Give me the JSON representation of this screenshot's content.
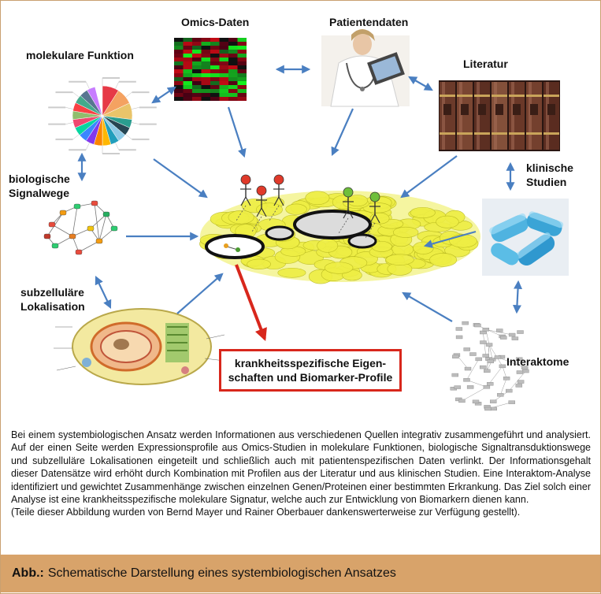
{
  "labels": {
    "omics": "Omics-Daten",
    "patient": "Patientendaten",
    "molecular": "molekulare Funktion",
    "literature": "Literatur",
    "pathways": "biologische\nSignalwege",
    "clinical": "klinische\nStudien",
    "subcellular": "subzelluläre\nLokalisation",
    "interactome": "Interaktome"
  },
  "result": "krankheitsspezifische Eigen-\nschaften und Biomarker-Profile",
  "caption": {
    "body": "Bei einem systembiologischen Ansatz werden Informationen aus verschiedenen Quellen integrativ zusammengeführt und analysiert. Auf der einen Seite werden Expressionsprofile aus Omics-Studien in molekulare Funktionen, biologische Signaltransduktionswege und subzelluläre Lokalisationen eingeteilt und schließlich auch mit patientenspezifischen Daten verlinkt. Der Informationsgehalt dieser Datensätze wird erhöht durch Kombination mit Profilen aus der Literatur und aus klinischen Studien. Eine Interaktom-Analyse identifiziert und gewichtet Zusammenhänge zwischen einzelnen Genen/Proteinen einer bestimmten Erkrankung. Das Ziel solch einer Analyse ist eine krankheitsspezifische molekulare Signatur, welche auch zur Entwicklung von Biomarkern dienen kann.",
    "credit": "(Teile dieser Abbildung wurden von Bernd Mayer und Rainer Oberbauer dankenswerterweise zur Verfügung gestellt)."
  },
  "footer": {
    "prefix": "Abb.:",
    "title": "Schematische Darstellung eines systembiologischen Ansatzes"
  },
  "colors": {
    "arrow": "#4a7fc1",
    "result_arrow": "#d8271c",
    "footer_bg": "#d8a36a",
    "network_fill": "#eeee44",
    "person_red": "#e03a2a",
    "person_green": "#6fbf3a"
  },
  "icons": [
    "heatmap-icon",
    "doctor-icon",
    "pie-chart-icon",
    "books-icon",
    "pathway-network-icon",
    "pills-icon",
    "cell-icon",
    "interactome-network-icon",
    "people-icon"
  ]
}
